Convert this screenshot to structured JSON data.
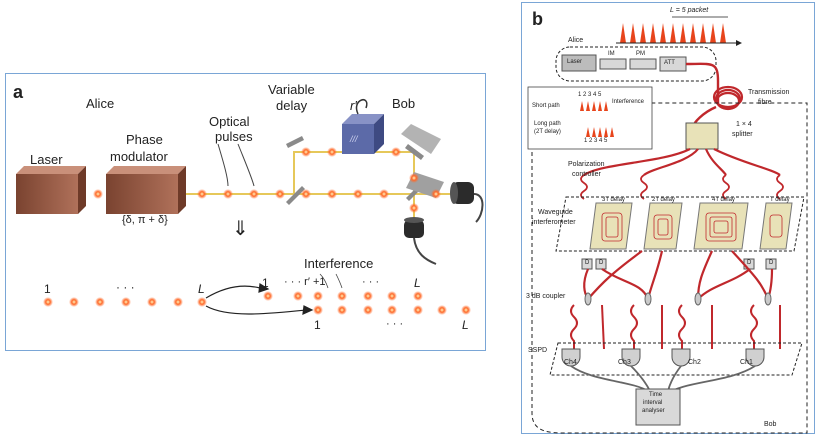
{
  "panel_a": {
    "letter": "a",
    "alice": "Alice",
    "bob": "Bob",
    "laser": "Laser",
    "phase_modulator_1": "Phase",
    "phase_modulator_2": "modulator",
    "phase_set": "{δ, π + δ}",
    "optical_pulses_1": "Optical",
    "optical_pulses_2": "pulses",
    "variable_delay_1": "Variable",
    "variable_delay_2": "delay",
    "r_prime": "r′",
    "arrow_down": "⇓",
    "interference": "Interference",
    "seq_1": "1",
    "seq_dots": "· · ·",
    "seq_L": "L",
    "out_1_top": "1",
    "out_r": "· · ·  r′ +1",
    "out_dots_top": "· · ·",
    "out_L_top": "L",
    "out_1_bottom": "1",
    "out_dots_bottom": "· · ·",
    "out_L_bottom": "L"
  },
  "panel_b": {
    "letter": "b",
    "packet": "L = 5 packet",
    "alice": "Alice",
    "laser": "Laser",
    "im": "IM",
    "pm": "PM",
    "att": "ATT",
    "transmission_1": "Transmission",
    "transmission_2": "fibre",
    "short_path": "Short path",
    "long_path_1": "Long path",
    "long_path_2": "(2T delay)",
    "interference": "Interference",
    "digits": "1 2 3 4 5",
    "splitter_1": "1 × 4",
    "splitter_2": "splitter",
    "polarization_1": "Polarization",
    "polarization_2": "controller",
    "delay_3t": "3T delay",
    "delay_2t": "2T delay",
    "delay_4t": "4T delay",
    "delay_t": "T delay",
    "waveguide_1": "Waveguide",
    "waveguide_2": "interferometer",
    "d": "D",
    "coupler": "3 dB coupler",
    "sspd": "SSPD",
    "ch4": "Ch4",
    "ch3": "Ch3",
    "ch2": "Ch2",
    "ch1": "Ch1",
    "tia_1": "Time",
    "tia_2": "interval",
    "tia_3": "analyser",
    "bob": "Bob"
  },
  "colors": {
    "pulse": "#e8451c",
    "fiber": "#c0282c",
    "box_brown": "#9a5a43",
    "rail": "#e6c85a",
    "chip": "#e8e2b8",
    "cube": "#5c6aa8"
  }
}
